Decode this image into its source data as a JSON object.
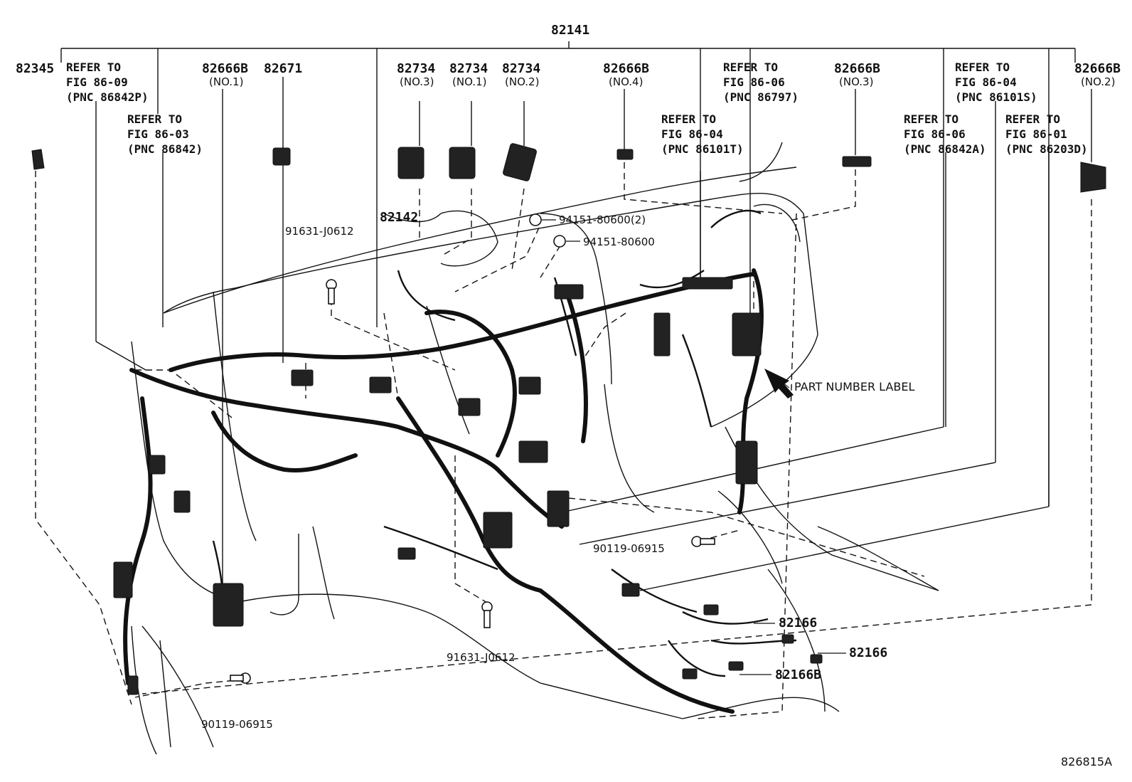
{
  "diagram": {
    "main_part": "82141",
    "part_82345": "82345",
    "refer_86_09": "REFER TO\nFIG 86-09\n(PNC 86842P)",
    "refer_86_03": "REFER TO\nFIG 86-03\n(PNC 86842)",
    "part_82666b_no1": "82666B",
    "sub_no1_a": "(NO.1)",
    "part_82671": "82671",
    "part_82734_no3": "82734",
    "sub_no3_a": "(NO.3)",
    "part_82734_no1": "82734",
    "sub_no1_b": "(NO.1)",
    "part_82734_no2": "82734",
    "sub_no2_a": "(NO.2)",
    "part_82666b_no4": "82666B",
    "sub_no4": "(NO.4)",
    "refer_86_06_top": "REFER TO\nFIG 86-06\n(PNC 86797)",
    "refer_86_04_mid": "REFER TO\nFIG 86-04\n(PNC 86101T)",
    "part_82666b_no3": "82666B",
    "sub_no3_b": "(NO.3)",
    "refer_86_04_right": "REFER TO\nFIG 86-04\n(PNC 86101S)",
    "refer_86_06_right": "REFER TO\nFIG 86-06\n(PNC 86842A)",
    "refer_86_01": "REFER TO\nFIG 86-01\n(PNC 86203D)",
    "part_82666b_no2": "82666B",
    "sub_no2_b": "(NO.2)",
    "part_82142": "82142",
    "bolt_91631_top": "91631-J0612",
    "nut_94151_2": "94151-80600(2)",
    "nut_94151": "94151-80600",
    "part_number_label": "PART NUMBER LABEL",
    "bolt_90119_right": "90119-06915",
    "part_82166_a": "82166",
    "part_82166_b": "82166",
    "part_82166b": "82166B",
    "bolt_91631_bottom": "91631-J0612",
    "bolt_90119_left": "90119-06915",
    "figure_code": "826815A"
  }
}
